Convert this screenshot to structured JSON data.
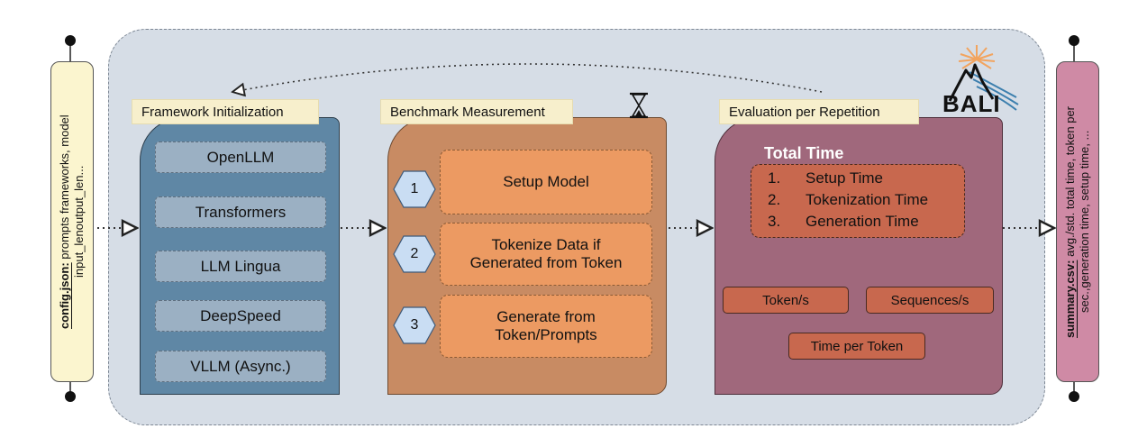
{
  "input_box": {
    "keyword": "config.json:",
    "text": " prompts frameworks, model input_lenoutput_len..."
  },
  "output_box": {
    "keyword": "summary.csv:",
    "text": " avg./std. total time, token per sec.,generation time, setup time, ..."
  },
  "logo": {
    "text": "BALI"
  },
  "framework_panel": {
    "label": "Framework Initialization",
    "items": [
      "OpenLLM",
      "Transformers",
      "LLM Lingua",
      "DeepSpeed",
      "VLLM (Async.)"
    ]
  },
  "benchmark_panel": {
    "label": "Benchmark Measurement",
    "steps": [
      {
        "num": "1",
        "text": "Setup Model"
      },
      {
        "num": "2",
        "text": "Tokenize Data if Generated from Token"
      },
      {
        "num": "3",
        "text": "Generate from Token/Prompts"
      }
    ]
  },
  "evaluation_panel": {
    "label": "Evaluation per Repetition",
    "total_title": "Total Time",
    "total_items": [
      {
        "num": "1.",
        "text": "Setup Time"
      },
      {
        "num": "2.",
        "text": "Tokenization Time"
      },
      {
        "num": "3.",
        "text": "Generation Time"
      }
    ],
    "metrics": {
      "tokens": "Token/s",
      "sequences": "Sequences/s",
      "time_per_token": "Time per Token"
    }
  },
  "colors": {
    "background_region": "#d6dde6",
    "framework_panel": "#5f87a5",
    "benchmark_panel": "#c88b63",
    "evaluation_panel": "#a0687c",
    "input_box": "#fbf5cf",
    "output_box": "#cf8aa5"
  }
}
